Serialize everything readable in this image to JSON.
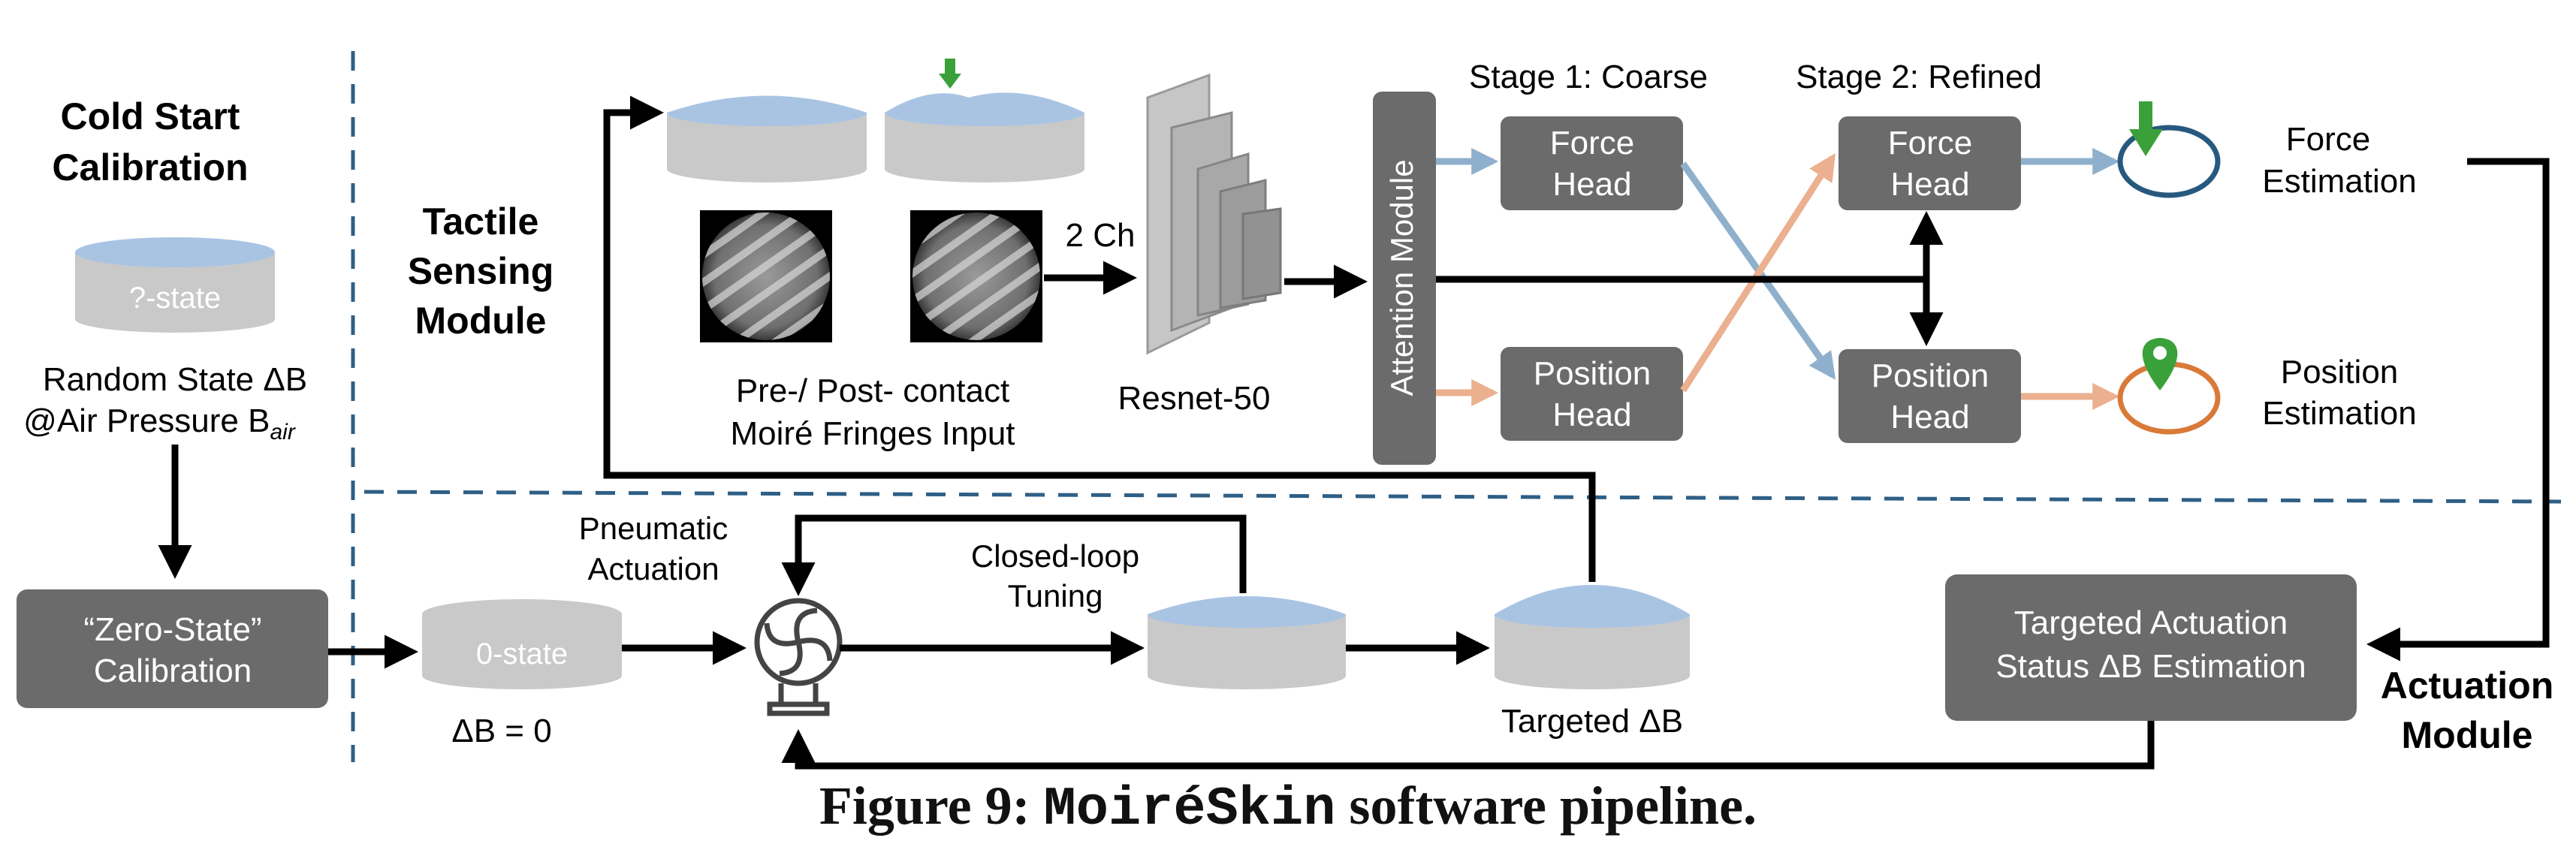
{
  "sections": {
    "cold_start": [
      "Cold Start",
      "Calibration"
    ],
    "tactile": [
      "Tactile",
      "Sensing",
      "Module"
    ],
    "actuation": [
      "Actuation",
      "Module"
    ]
  },
  "cold_start": {
    "q_state_label": "?-state",
    "random_state": "Random State ΔB",
    "air_pressure": "@Air Pressure B",
    "air_pressure_sub": "air",
    "zero_calib": [
      "“Zero-State”",
      "Calibration"
    ]
  },
  "actuation": {
    "zero_state_label": "0-state",
    "delta_b_zero": "ΔB = 0",
    "pneumatic": [
      "Pneumatic",
      "Actuation"
    ],
    "closed_loop": [
      "Closed-loop",
      "Tuning"
    ],
    "targeted": "Targeted ΔB",
    "estimation_box": [
      "Targeted Actuation",
      "Status ΔB Estimation"
    ]
  },
  "tactile": {
    "inputs": [
      "Pre-/ Post- contact",
      "Moiré Fringes Input"
    ],
    "channels": "2 Ch",
    "backbone": "Resnet-50",
    "attention": "Attention Module",
    "stage1": "Stage 1: Coarse",
    "stage2": "Stage 2: Refined",
    "force_head": [
      "Force",
      "Head"
    ],
    "position_head": [
      "Position",
      "Head"
    ],
    "force_estimation": [
      "Force",
      "Estimation"
    ],
    "position_estimation": [
      "Position",
      "Estimation"
    ]
  },
  "caption": {
    "prefix": "Figure 9: ",
    "name": "MoiréSkin",
    "suffix": " software pipeline."
  },
  "colors": {
    "box": "#6b6b6b",
    "cylinder": "#c9c9c9",
    "cylinder_top": "#a9c4e3",
    "dashed": "#2e5f86",
    "blue_arrow": "#8fb0cc",
    "orange_arrow": "#ebb08f",
    "force_ring": "#27597e",
    "position_ring": "#d97a38",
    "green_marker": "#3aa13a"
  }
}
